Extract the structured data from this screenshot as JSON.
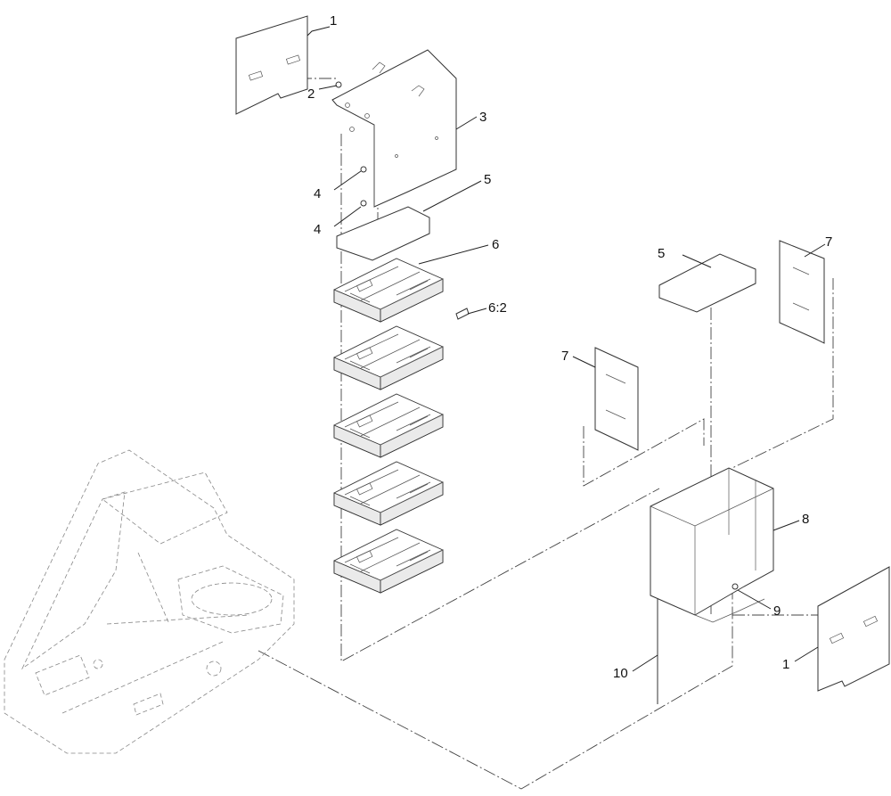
{
  "callouts": [
    {
      "id": "c1a",
      "label": "1"
    },
    {
      "id": "c2",
      "label": "2"
    },
    {
      "id": "c3",
      "label": "3"
    },
    {
      "id": "c4a",
      "label": "4"
    },
    {
      "id": "c4b",
      "label": "4"
    },
    {
      "id": "c5a",
      "label": "5"
    },
    {
      "id": "c6",
      "label": "6"
    },
    {
      "id": "c62",
      "label": "6:2"
    },
    {
      "id": "c5b",
      "label": "5"
    },
    {
      "id": "c7a",
      "label": "7"
    },
    {
      "id": "c7b",
      "label": "7"
    },
    {
      "id": "c8",
      "label": "8"
    },
    {
      "id": "c9",
      "label": "9"
    },
    {
      "id": "c10",
      "label": "10"
    },
    {
      "id": "c1b",
      "label": "1"
    }
  ],
  "battery_count": 5
}
